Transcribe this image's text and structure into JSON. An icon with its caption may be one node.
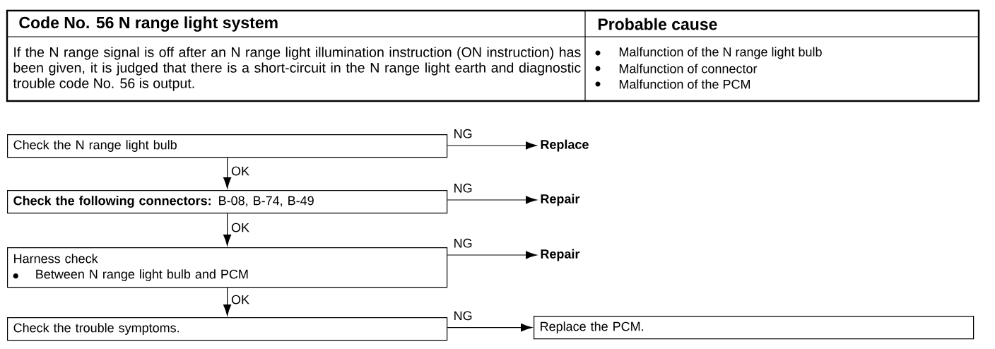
{
  "diagram": {
    "nodes": [
      {
        "text": [
          "Check the N range light bulb"
        ]
      },
      {
        "text": [
          "Replace"
        ]
      },
      {
        "text": [
          "**Check the following connectors:** B-08, B-74, B-49"
        ]
      },
      {
        "text": [
          "Repair"
        ]
      },
      {
        "text": [
          "Harness check",
          "Between N range light bulb and PCM"
        ]
      },
      {
        "text": [
          "Repair"
        ]
      },
      {
        "text": [
          "Check the trouble symptoms."
        ]
      },
      {
        "text": [
          "Replace the PCM."
        ]
      }
    ],
    "edges": [
      {
        "from": 0,
        "to": 1,
        "arrow": "to",
        "label": "NG"
      },
      {
        "from": 0,
        "to": 2,
        "arrow": "to",
        "label": "OK"
      },
      {
        "from": 2,
        "to": 3,
        "arrow": "to",
        "label": "NG"
      },
      {
        "from": 2,
        "to": 4,
        "arrow": "to",
        "label": "OK"
      },
      {
        "from": 4,
        "to": 5,
        "arrow": "to",
        "label": "NG"
      },
      {
        "from": 4,
        "to": 6,
        "arrow": "to",
        "label": "OK"
      },
      {
        "from": 6,
        "to": 7,
        "arrow": "to",
        "label": "NG"
      }
    ],
    "labels": [
      "Code No. 56 N range light system",
      "Probable cause",
      "If the N range signal is off after an N range light illumination instruction (ON instruction) has been given, it is judged that there is a short-circuit in the N range light earth and diagnostic trouble code No. 56 is output.",
      "Malfunction of the N range light bulb",
      "Malfunction of connector",
      "Malfunction of the PCM"
    ]
  }
}
